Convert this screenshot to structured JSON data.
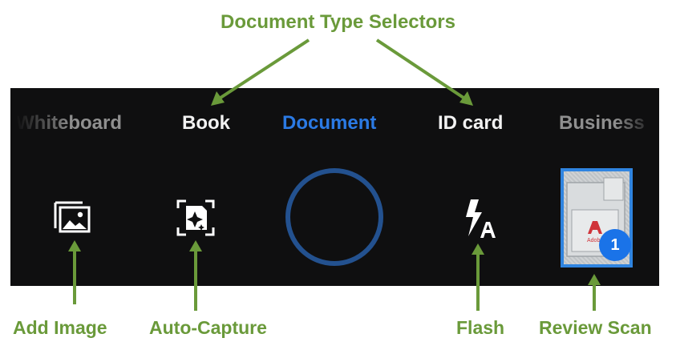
{
  "callouts": {
    "title": "Document Type Selectors",
    "add_image": "Add Image",
    "auto_capture": "Auto-Capture",
    "flash": "Flash",
    "review_scan": "Review Scan"
  },
  "modes": [
    "Whiteboard",
    "Book",
    "Document",
    "ID card",
    "Business"
  ],
  "selected_mode": "Document",
  "review": {
    "badge_count": "1",
    "thumb_logo": "Adobe"
  },
  "icons": {
    "add_image": "gallery-icon",
    "auto_capture": "sparkle-frame-icon",
    "shutter": "shutter-ring-icon",
    "flash": "flash-auto-icon"
  },
  "colors": {
    "callout": "#6a9a3a",
    "accent": "#2b7ae4",
    "panel": "#0f0f10",
    "badge": "#1a73e8"
  }
}
